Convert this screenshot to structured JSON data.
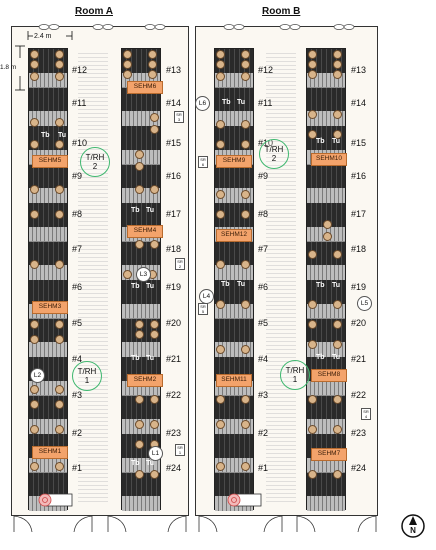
{
  "rooms": [
    {
      "title": "Room A"
    },
    {
      "title": "Room B"
    }
  ],
  "dimensions": {
    "width_label": "2.4 m",
    "depth_label": "1.8 m"
  },
  "row_labels_left": [
    "#12",
    "#11",
    "#10",
    "#9",
    "#8",
    "#7",
    "#6",
    "#5",
    "#4",
    "#3",
    "#2",
    "#1"
  ],
  "row_labels_right": [
    "#13",
    "#14",
    "#15",
    "#16",
    "#17",
    "#18",
    "#19",
    "#20",
    "#21",
    "#22",
    "#23",
    "#24"
  ],
  "sehm_room_a": [
    "SEHM6",
    "SEHM5",
    "SEHM4",
    "SEHM3",
    "SEHM2",
    "SEHM1"
  ],
  "sehm_room_b": [
    "SEHM9",
    "SEHM10",
    "SEHM12",
    "SEHM11",
    "SEHM8",
    "SEHM7"
  ],
  "trh_sensors": [
    {
      "line1": "T/RH",
      "line2": "2"
    },
    {
      "line1": "T/RH",
      "line2": "1"
    },
    {
      "line1": "T/RH",
      "line2": "2"
    },
    {
      "line1": "T/RH",
      "line2": "1"
    }
  ],
  "lights": [
    "L1",
    "L2",
    "L3",
    "L4",
    "L5",
    "L6"
  ],
  "sr_boxes": [
    "SR 3",
    "SR 2",
    "SR 1",
    "SR 6",
    "SR 5",
    "SR 4"
  ],
  "temp_tags": {
    "tb": "Tb",
    "tu": "Tu"
  },
  "compass": "N"
}
